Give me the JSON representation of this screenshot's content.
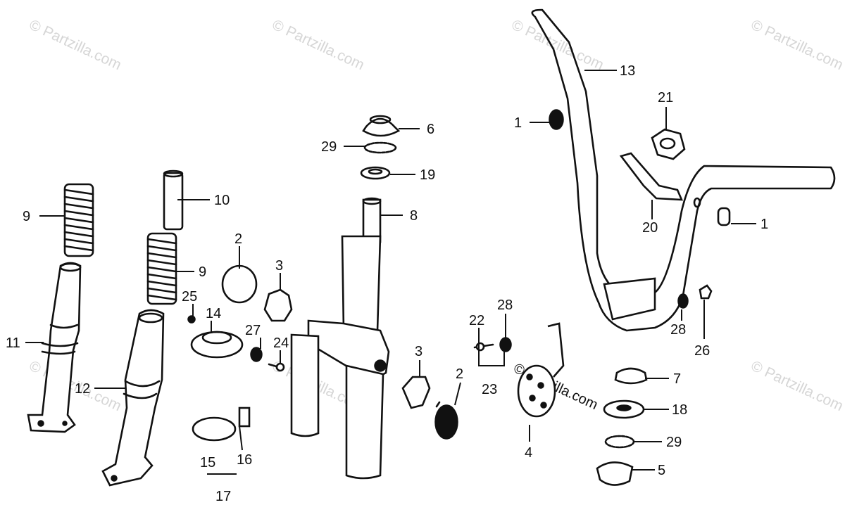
{
  "watermark": {
    "text": "© Partzilla.com",
    "hot_text": "©Partzilla.com"
  },
  "callouts": {
    "c1a": "1",
    "c1b": "1",
    "c2a": "2",
    "c2b": "2",
    "c3a": "3",
    "c3b": "3",
    "c4": "4",
    "c5": "5",
    "c6": "6",
    "c7": "7",
    "c8": "8",
    "c9a": "9",
    "c9b": "9",
    "c10": "10",
    "c11": "11",
    "c12": "12",
    "c13": "13",
    "c14": "14",
    "c15": "15",
    "c16": "16",
    "c17": "17",
    "c18": "18",
    "c19": "19",
    "c20": "20",
    "c21": "21",
    "c22": "22",
    "c23": "23",
    "c24": "24",
    "c25": "25",
    "c26": "26",
    "c27": "27",
    "c28a": "28",
    "c28b": "28",
    "c29a": "29",
    "c29b": "29"
  }
}
